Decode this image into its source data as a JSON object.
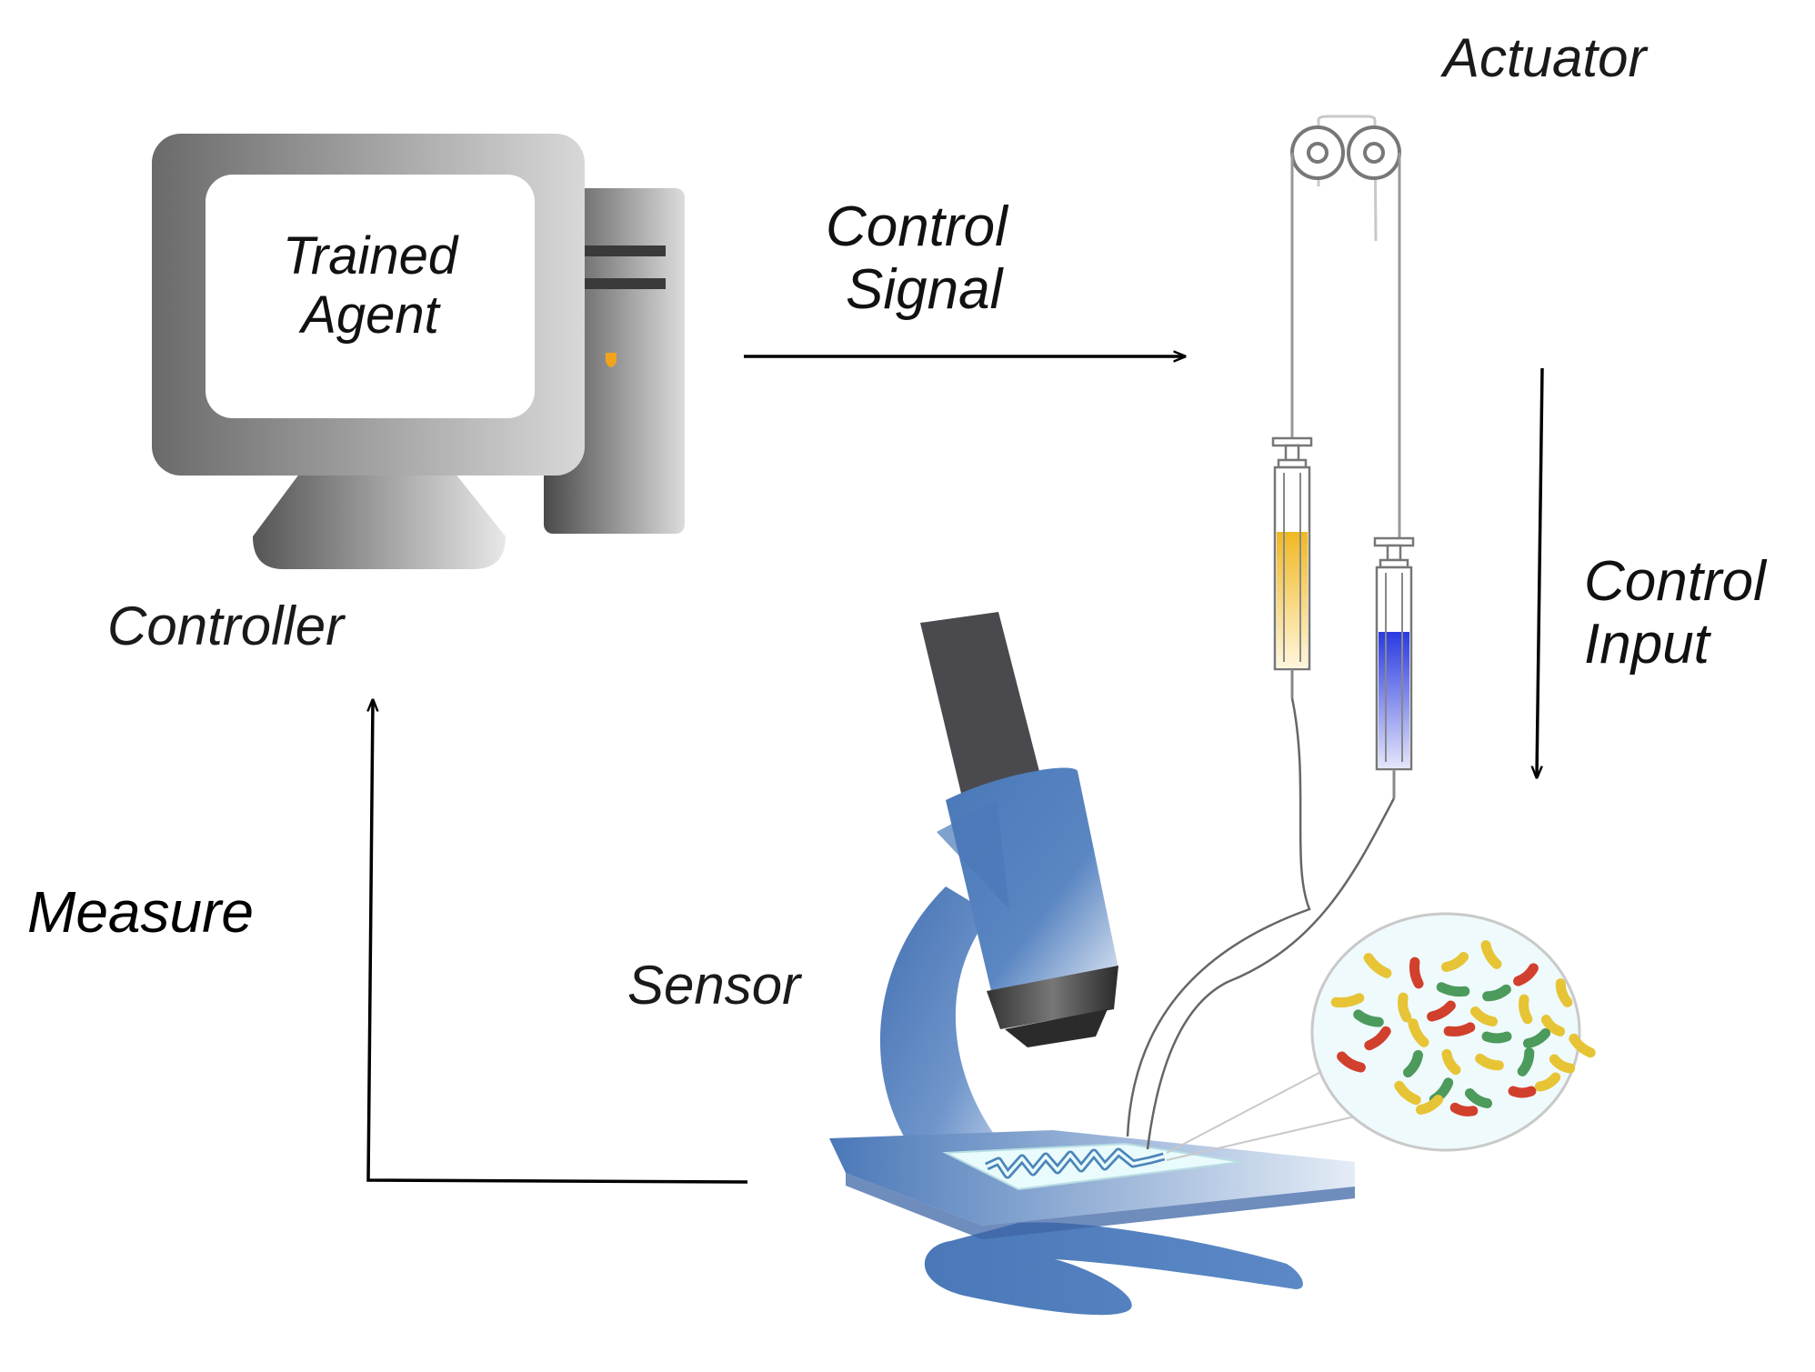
{
  "labels": {
    "screen_line1": "Trained",
    "screen_line2": "Agent",
    "controller": "Controller",
    "actuator": "Actuator",
    "sensor": "Sensor",
    "measure": "Measure",
    "control_signal_line1": "Control",
    "control_signal_line2": "Signal",
    "control_input_line1": "Control",
    "control_input_line2": "Input"
  },
  "colors": {
    "monitor_dark": "#666666",
    "monitor_light": "#d6d6d6",
    "microscope_blue": "#4a78b8",
    "microscope_tube": "#4a4a4e",
    "syringe_yellow": "#f0b822",
    "syringe_blue": "#2a3ae0",
    "bubble_fill": "#effafc",
    "bacteria": [
      "#e7c436",
      "#d1402c",
      "#4c9a5c"
    ]
  },
  "icons": [
    "computer-icon",
    "microscope-icon",
    "syringe-pump-icon",
    "bacteria-icon"
  ]
}
